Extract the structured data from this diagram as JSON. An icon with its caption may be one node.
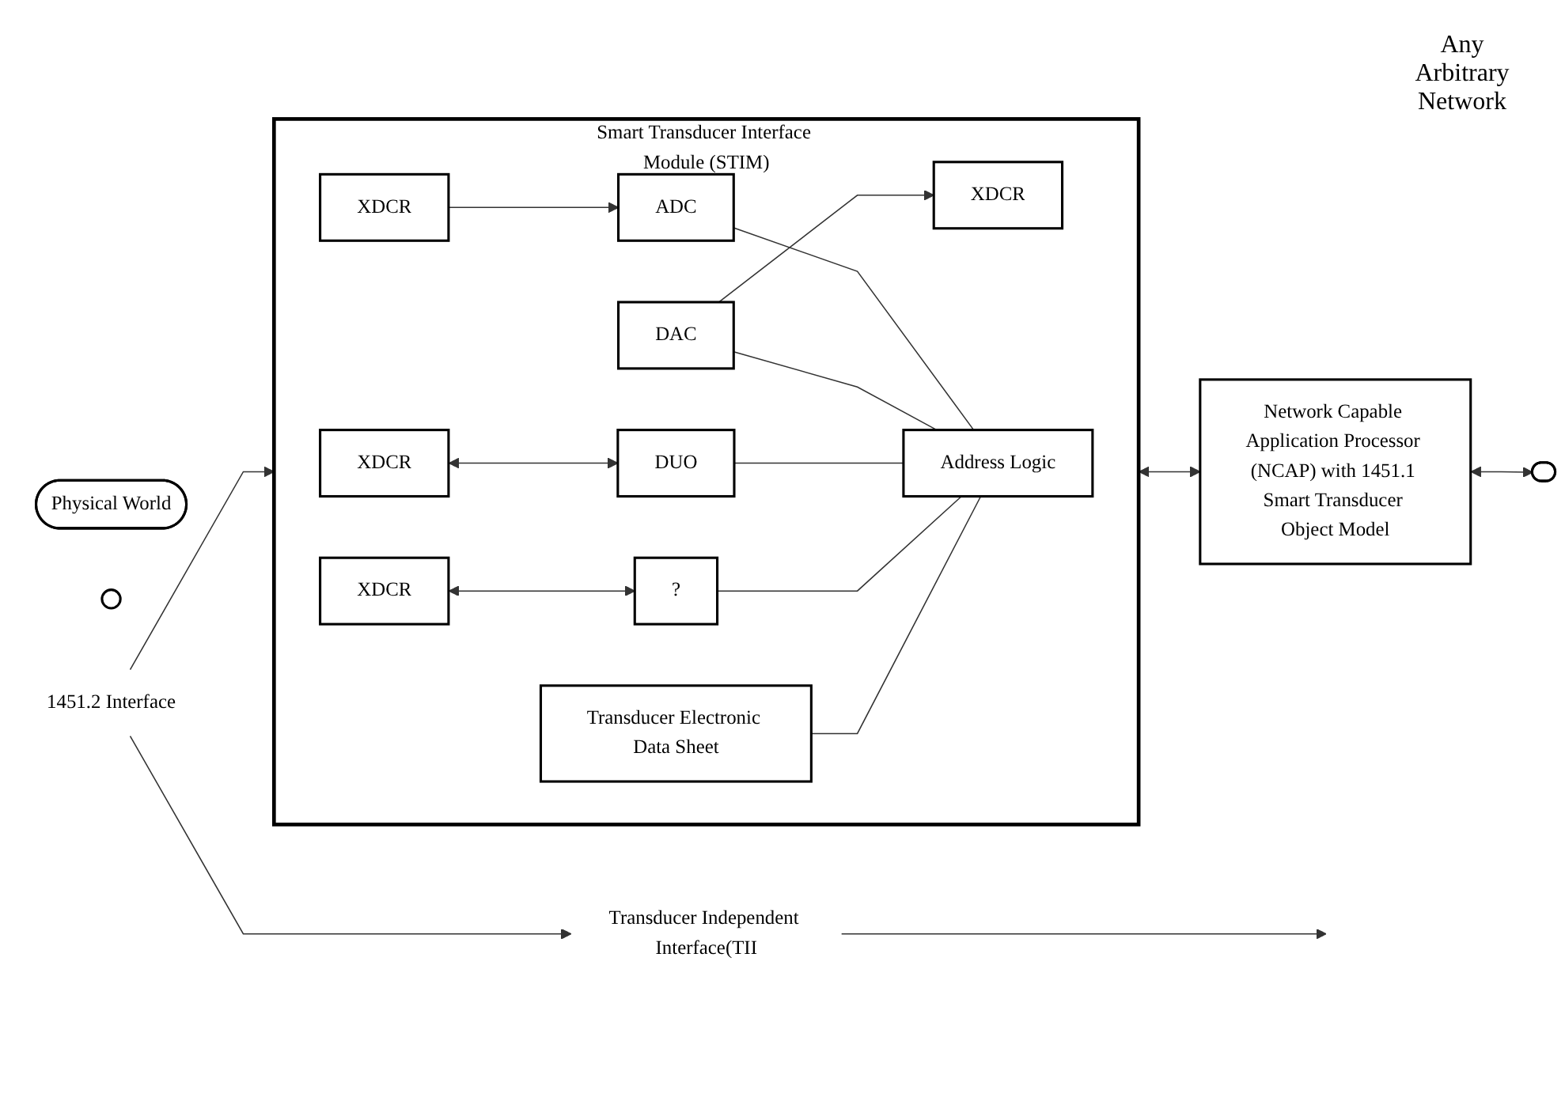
{
  "diagram": {
    "nodes": [
      {
        "text": [
          "Physical World"
        ]
      },
      {
        "text": [],
        "shape": "circle"
      },
      {
        "text": [
          "Smart Transducer Interface Module (STIM)"
        ]
      },
      {
        "text": [
          "XDCR"
        ],
        "in": 2
      },
      {
        "text": [
          "ADC"
        ],
        "in": 2
      },
      {
        "text": [
          "XDCR"
        ],
        "in": 2
      },
      {
        "text": [
          "DAC"
        ],
        "in": 2
      },
      {
        "text": [
          "XDCR"
        ],
        "in": 2
      },
      {
        "text": [
          "DUO"
        ],
        "in": 2
      },
      {
        "text": [
          "XDCR"
        ],
        "in": 2
      },
      {
        "text": [
          "?"
        ],
        "in": 2
      },
      {
        "text": [
          "Address Logic"
        ],
        "in": 2
      },
      {
        "text": [
          "Transducer Electronic Data Sheet"
        ],
        "in": 2
      },
      {
        "text": [
          "Network Capable Application Processor (NCAP) with 1451.1 Smart Transducer Object Model"
        ]
      },
      {
        "text": [],
        "shape": "ellipse"
      },
      {
        "text": [
          "1451.2 Interface"
        ]
      },
      {
        "text": [
          "Transducer Independent Interface(TII"
        ]
      }
    ],
    "edges": [
      {
        "from": 3,
        "to": 4,
        "arrow": "to"
      },
      {
        "from": 6,
        "to": 5,
        "arrow": "to"
      },
      {
        "from": 7,
        "to": 8,
        "arrow": "both"
      },
      {
        "from": 9,
        "to": 10,
        "arrow": "both"
      },
      {
        "from": 4,
        "to": 11,
        "arrow": "none"
      },
      {
        "from": 6,
        "to": 11,
        "arrow": "none"
      },
      {
        "from": 8,
        "to": 11,
        "arrow": "none"
      },
      {
        "from": 10,
        "to": 11,
        "arrow": "none"
      },
      {
        "from": 12,
        "to": 11,
        "arrow": "none"
      },
      {
        "from": 2,
        "to": 13,
        "arrow": "both"
      },
      {
        "from": 13,
        "to": 14,
        "arrow": "both"
      },
      {
        "from": 15,
        "to": 2,
        "arrow": "to"
      },
      {
        "from": 15,
        "to": 16,
        "arrow": "to"
      },
      {
        "from": 16,
        "to": null,
        "arrow": "to"
      }
    ],
    "labels": [
      "Any Arbitrary Network"
    ]
  }
}
